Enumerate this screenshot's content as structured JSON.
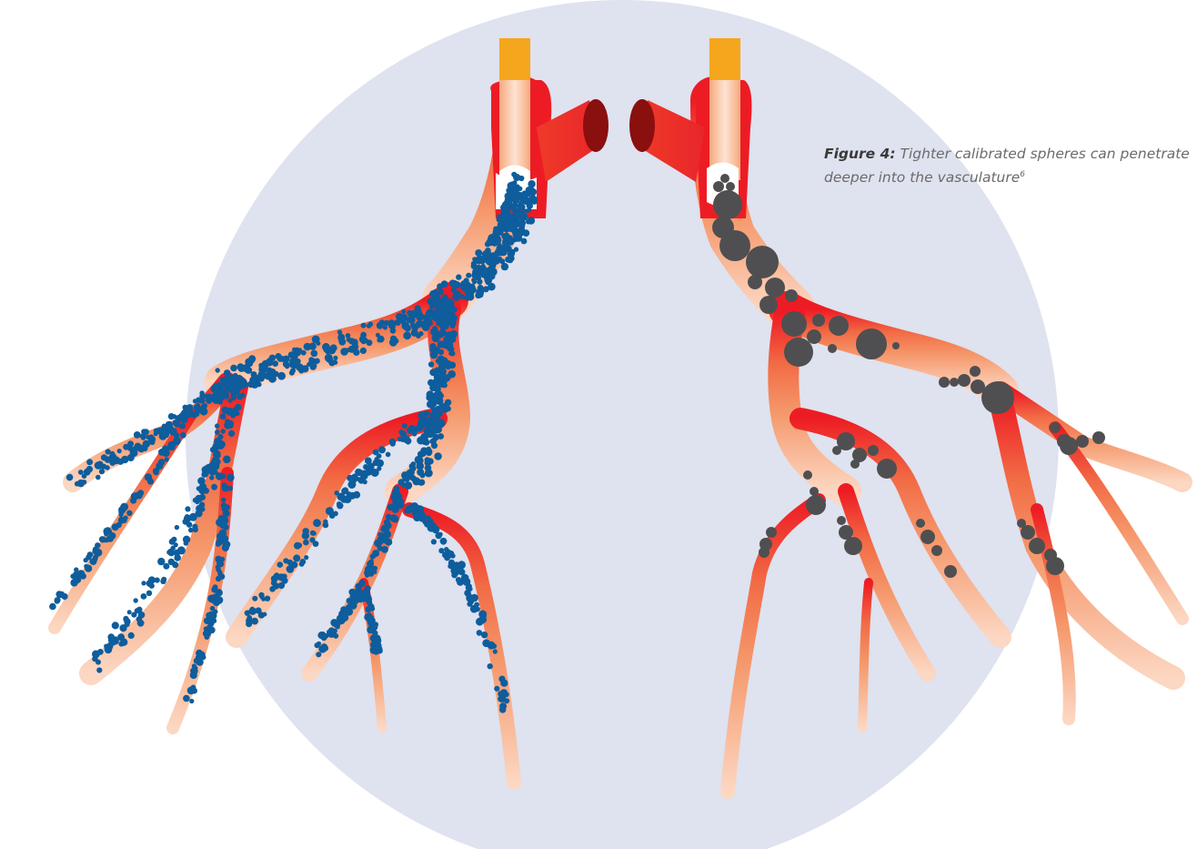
{
  "caption": {
    "label": "Figure 4:",
    "text": "Tighter calibrated spheres can penetrate deeper into the vasculature",
    "reference": "6"
  },
  "colors": {
    "background_circle": "#dfe2ef",
    "catheter": "#f6a61d",
    "artery_red": "#ed1c24",
    "vessel_orange": "#f5976a",
    "vessel_light": "#fcd2b8",
    "small_spheres": "#0e5d9c",
    "large_spheres": "#4f4f51"
  },
  "panels": {
    "left": {
      "sphere_type": "small-tightly-calibrated-spheres",
      "icon": "blue-sphere-icon"
    },
    "right": {
      "sphere_type": "large-spheres",
      "icon": "grey-sphere-icon"
    }
  }
}
